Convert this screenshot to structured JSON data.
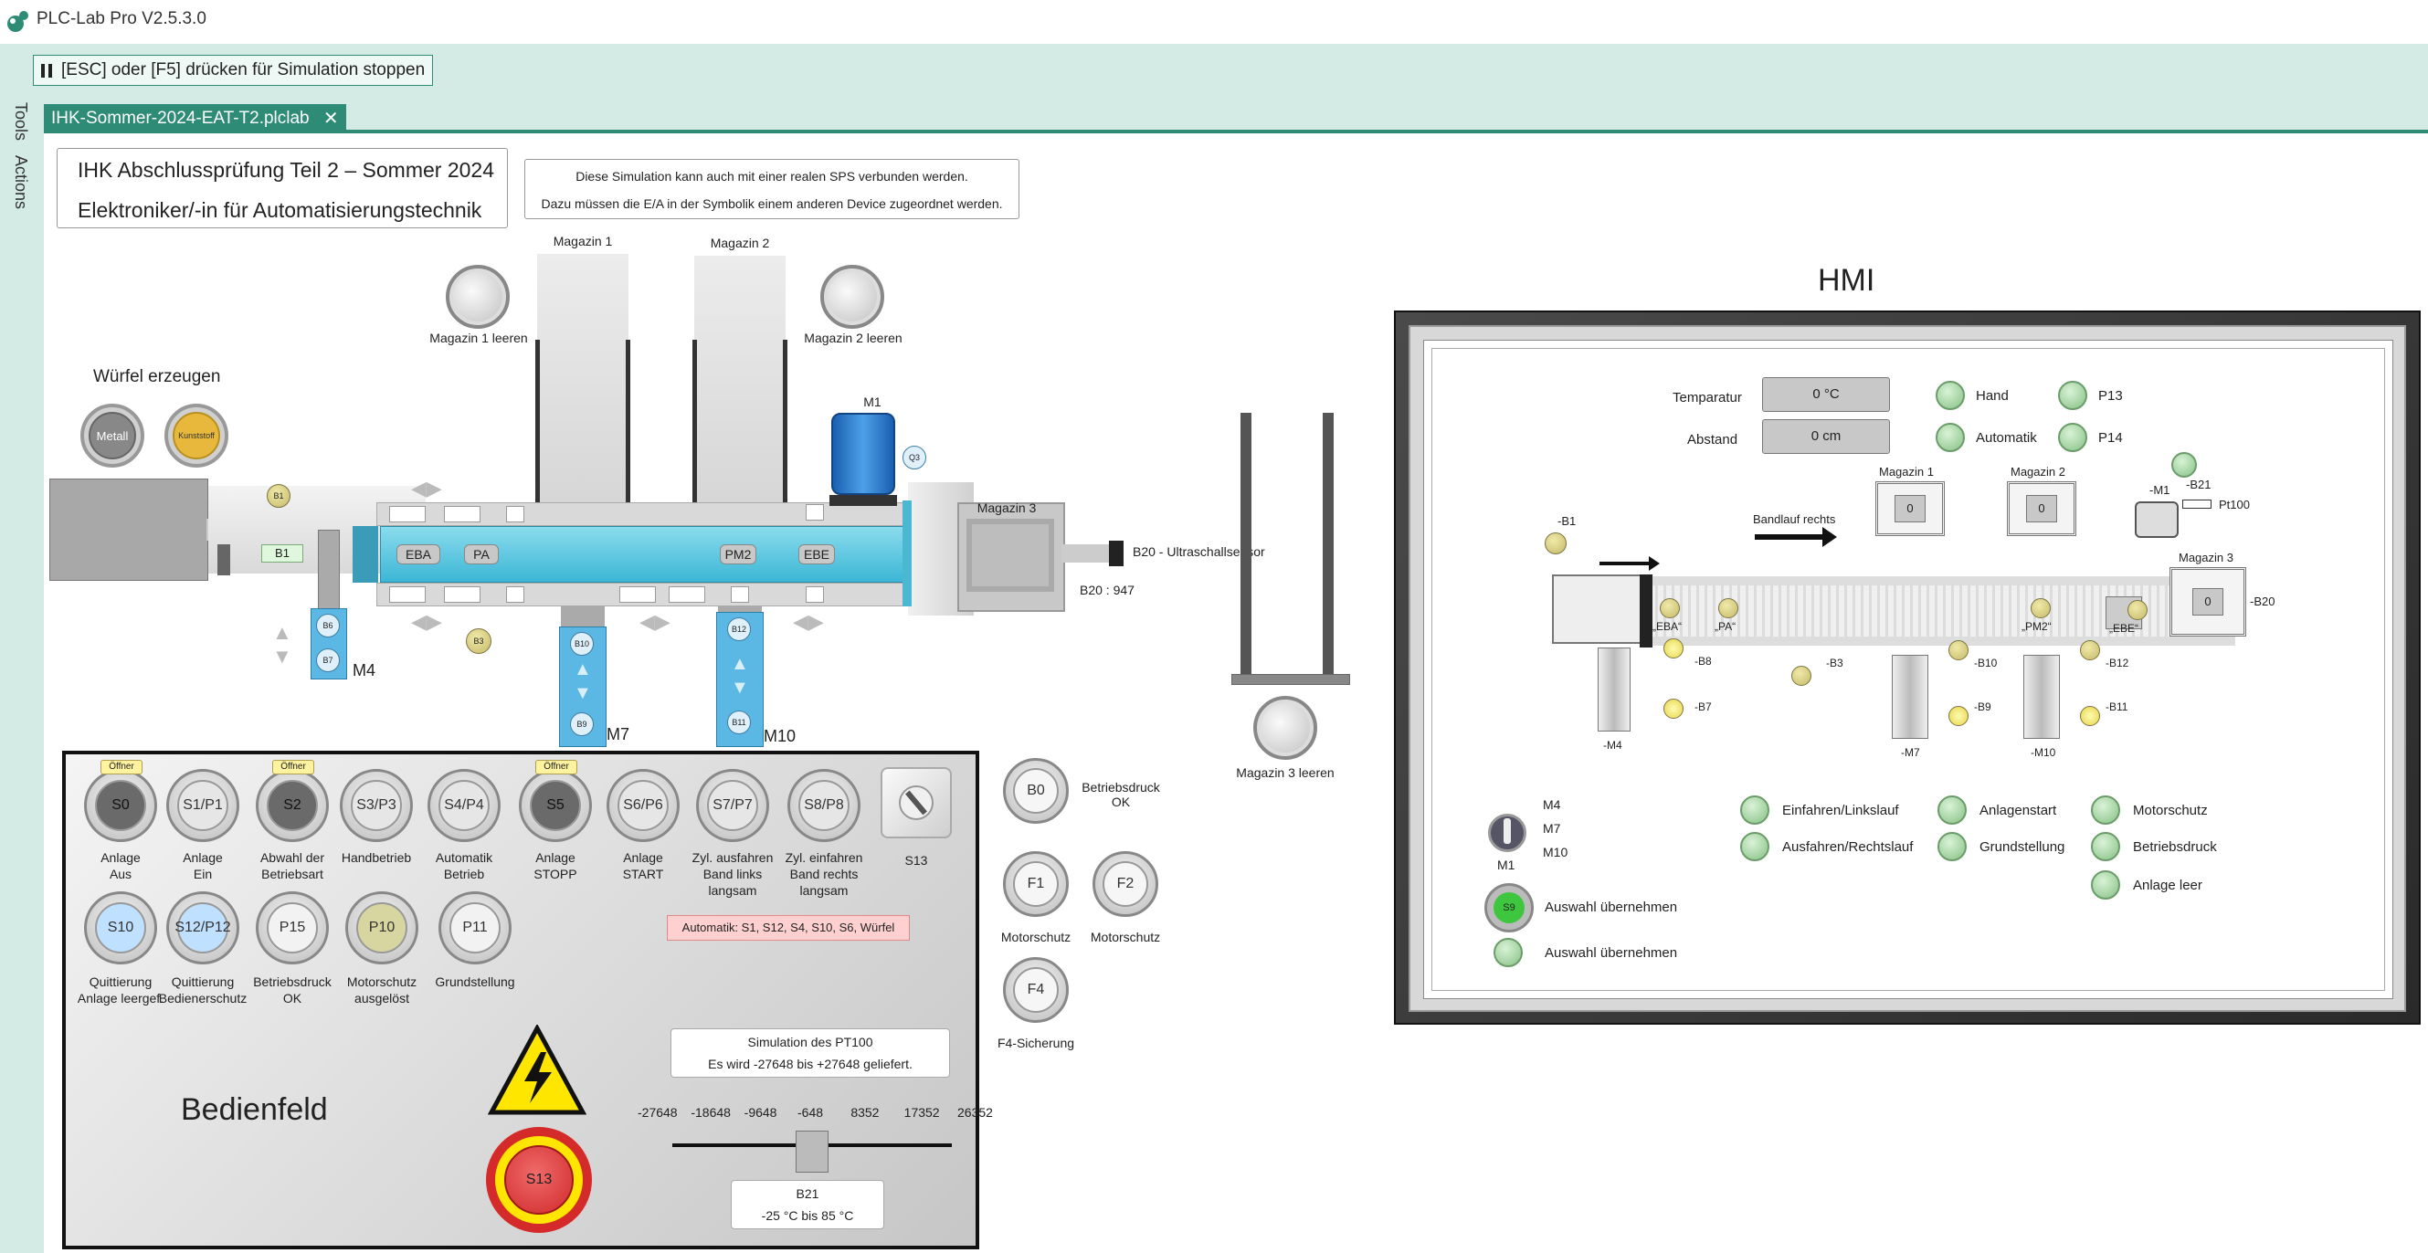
{
  "app": {
    "title": "PLC-Lab Pro V2.5.3.0"
  },
  "toolbar": {
    "stop_label": "[ESC] oder [F5] drücken für Simulation stoppen"
  },
  "sidebar": {
    "tools": "Tools",
    "actions": "Actions"
  },
  "tab": {
    "label": "IHK-Sommer-2024-EAT-T2.plclab",
    "close": "✕"
  },
  "header": {
    "line1": "IHK Abschlussprüfung Teil 2 – Sommer 2024",
    "line2": "Elektroniker/-in für Automatisierungstechnik"
  },
  "info": {
    "line1": "Diese Simulation kann auch mit einer realen SPS verbunden werden.",
    "line2": "Dazu müssen die E/A in der Symbolik einem anderen Device zugeordnet werden."
  },
  "plant": {
    "magazin1": "Magazin 1",
    "magazin2": "Magazin 2",
    "magazin3": "Magazin 3",
    "mag1_empty": "Magazin 1 leeren",
    "mag2_empty": "Magazin 2 leeren",
    "mag3_empty": "Magazin 3 leeren",
    "wuerfel": "Würfel erzeugen",
    "metall": "Metall",
    "kunststoff": "Kunststoff",
    "m1": "M1",
    "q3": "Q3",
    "m4": "M4",
    "m7": "M7",
    "m10": "M10",
    "b1": "B1",
    "b1_box": "B1",
    "b3": "B3",
    "b6": "B6",
    "b7": "B7",
    "b9": "B9",
    "b10": "B10",
    "b11": "B11",
    "b12": "B12",
    "eba": "EBA",
    "pa": "PA",
    "pm2": "PM2",
    "ebe": "EBE",
    "b20": "B20 - Ultraschallsensor",
    "b20_value": "B20 : 947"
  },
  "panel": {
    "title": "Bedienfeld",
    "oeffner": "Öffner",
    "buttons": [
      {
        "id": "S0",
        "label1": "Anlage",
        "label2": "Aus"
      },
      {
        "id": "S1/P1",
        "label1": "Anlage",
        "label2": "Ein"
      },
      {
        "id": "S2",
        "label1": "Abwahl der",
        "label2": "Betriebsart"
      },
      {
        "id": "S3/P3",
        "label1": "Handbetrieb",
        "label2": ""
      },
      {
        "id": "S4/P4",
        "label1": "Automatik",
        "label2": "Betrieb"
      },
      {
        "id": "S5",
        "label1": "Anlage",
        "label2": "STOPP"
      },
      {
        "id": "S6/P6",
        "label1": "Anlage",
        "label2": "START"
      },
      {
        "id": "S7/P7",
        "label1": "Zyl. ausfahren",
        "label2": "Band links",
        "label3": "langsam"
      },
      {
        "id": "S8/P8",
        "label1": "Zyl. einfahren",
        "label2": "Band rechts",
        "label3": "langsam"
      }
    ],
    "s13_selector": "S13",
    "row2": [
      {
        "id": "S10",
        "label1": "Quittierung",
        "label2": "Anlage leergef."
      },
      {
        "id": "S12/P12",
        "label1": "Quittierung",
        "label2": "Bedienerschutz"
      },
      {
        "id": "P15",
        "label1": "Betriebsdruck",
        "label2": "OK"
      },
      {
        "id": "P10",
        "label1": "Motorschutz",
        "label2": "ausgelöst"
      },
      {
        "id": "P11",
        "label1": "Grundstellung",
        "label2": ""
      }
    ],
    "automatik": "Automatik:  S1, S12, S4, S10, S6, Würfel",
    "pt100_title": "Simulation des PT100",
    "pt100_range": "Es wird -27648 bis +27648 geliefert.",
    "ticks": [
      "-27648",
      "-18648",
      "-9648",
      "-648",
      "8352",
      "17352",
      "26352"
    ],
    "slider_fraction": 0.5,
    "b21": "B21",
    "b21_range": "-25 °C bis 85 °C",
    "estop": "S13"
  },
  "aux": {
    "b0": "B0",
    "b0_label1": "Betriebsdruck",
    "b0_label2": "OK",
    "f1": "F1",
    "f1_label": "Motorschutz",
    "f2": "F2",
    "f2_label": "Motorschutz",
    "f4": "F4",
    "f4_label": "F4-Sicherung"
  },
  "hmi": {
    "title": "HMI",
    "temp_label": "Temparatur",
    "temp_value": "0 °C",
    "dist_label": "Abstand",
    "dist_value": "0 cm",
    "hand": "Hand",
    "automatik": "Automatik",
    "p13": "P13",
    "p14": "P14",
    "magazin1": "Magazin 1",
    "magazin2": "Magazin 2",
    "magazin3": "Magazin 3",
    "mag_value": "0",
    "bandlauf": "Bandlauf rechts",
    "b21": "-B21",
    "pt100": "Pt100",
    "m1": "-M1",
    "b1": "-B1",
    "b20": "-B20",
    "eba": "„EBA“",
    "pa": "„PA“",
    "pm2": "„PM2“",
    "ebe": "„EBE“",
    "b8": "-B8",
    "b7": "-B7",
    "b3": "-B3",
    "b10": "-B10",
    "b9": "-B9",
    "b12": "-B12",
    "b11": "-B11",
    "m4": "-M4",
    "m7": "-M7",
    "m10": "-M10",
    "sel_m4": "M4",
    "sel_m7": "M7",
    "sel_m10": "M10",
    "sel_m1": "M1",
    "s9": "S9",
    "s9_label": "Auswahl übernehmen",
    "lamp_label": "Auswahl übernehmen",
    "lamps": [
      "Einfahren/Linkslauf",
      "Ausfahren/Rechtslauf",
      "Anlagenstart",
      "Grundstellung",
      "Motorschutz",
      "Betriebsdruck",
      "Anlage leer"
    ]
  },
  "colors": {
    "accent": "#2e8b75",
    "toolbar": "#d3ebe4",
    "conveyor": "#5bc8e2",
    "warning": "#ffe600",
    "estop": "#e03c3c"
  }
}
